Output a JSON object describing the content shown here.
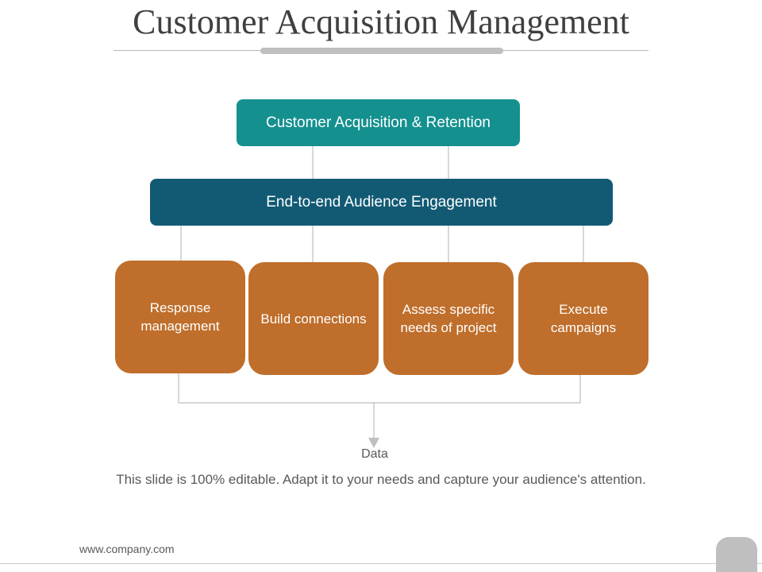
{
  "title": "Customer Acquisition Management",
  "diagram": {
    "top_box": "Customer Acquisition & Retention",
    "mid_box": "End-to-end Audience Engagement",
    "cards": [
      "Response management",
      "Build connections",
      "Assess specific needs of project",
      "Execute campaigns"
    ],
    "output_label": "Data"
  },
  "caption": "This slide is 100% editable. Adapt it to your needs and capture your audience's attention.",
  "footer": {
    "url": "www.company.com"
  },
  "colors": {
    "top_box": "#14908f",
    "mid_box": "#125a74",
    "cards": "#bf6e2b",
    "connector": "#bfbfbf"
  }
}
